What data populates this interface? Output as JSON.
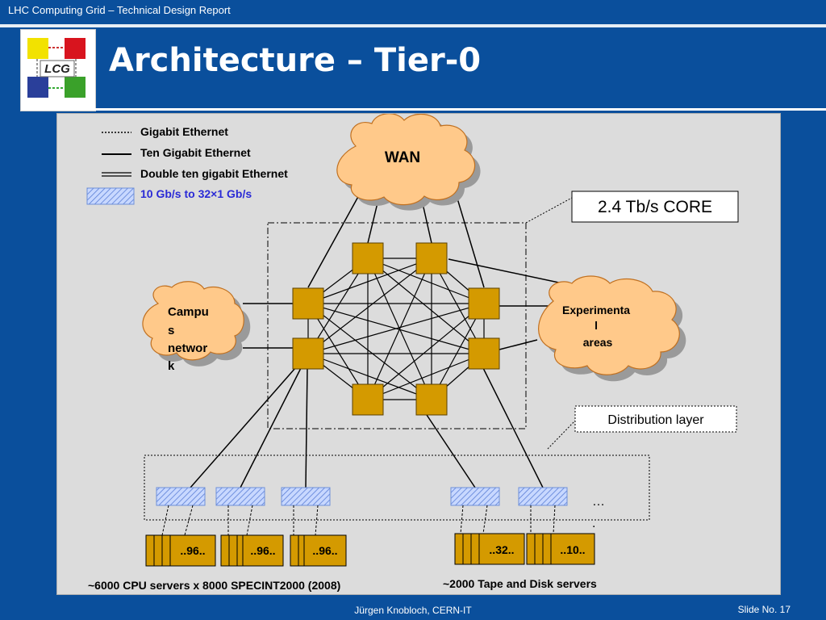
{
  "header": {
    "report_title": "LHC Computing Grid – Technical Design Report",
    "logo_text": "LCG",
    "slide_title": "Architecture – Tier-0"
  },
  "legend": {
    "gigabit": "Gigabit Ethernet",
    "ten_gigabit": "Ten Gigabit Ethernet",
    "double_ten": "Double ten gigabit Ethernet",
    "range": "10 Gb/s to 32×1 Gb/s"
  },
  "diagram": {
    "wan": "WAN",
    "core": "2.4 Tb/s CORE",
    "campus_lines": [
      "Campu",
      "s",
      "networ",
      "k"
    ],
    "experimental_lines": [
      "Experimenta",
      "l",
      "areas"
    ],
    "distribution": "Distribution layer",
    "ellipsis": [
      "…",
      "."
    ],
    "cpu_counts": [
      "..96..",
      "..96..",
      "..96.."
    ],
    "storage_counts": [
      "..32..",
      "..10.."
    ],
    "cpu_caption": "~6000 CPU servers x 8000 SPECINT2000 (2008)",
    "storage_caption": "~2000 Tape and Disk servers"
  },
  "footer": {
    "author": "Jürgen Knobloch, CERN-IT",
    "slide_number": "Slide No. 17"
  }
}
